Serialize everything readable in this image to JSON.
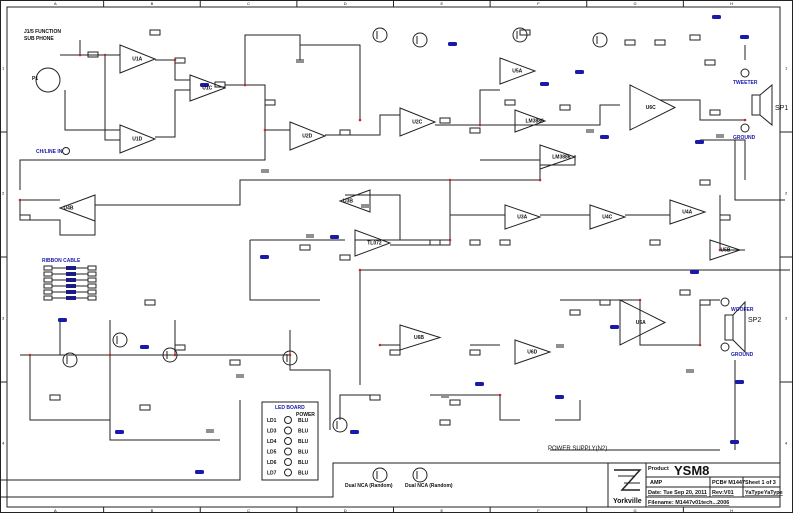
{
  "grid": {
    "columns": [
      "A",
      "B",
      "C",
      "D",
      "E",
      "F",
      "G",
      "H"
    ],
    "rows": [
      "1",
      "2",
      "3",
      "4"
    ]
  },
  "labels": {
    "jack_function": "J1/5 FUNCTION",
    "jack_sub": "SUB PHONE",
    "xlr": "P1",
    "ch_label": "CH/LINE IN",
    "ribbon_cable": "RIBBON CABLE",
    "led_board": "LED BOARD",
    "power_supply": "POWER SUPPLY(N2)",
    "sp1": "SP1",
    "sp2": "SP2",
    "tweeter": "TWEETER",
    "woofer": "WOOFER",
    "ground": "GROUND",
    "led_power": "POWER",
    "leds": [
      {
        "id": "LD1",
        "color": "BLU"
      },
      {
        "id": "LD3",
        "color": "BLU"
      },
      {
        "id": "LD4",
        "color": "BLU"
      },
      {
        "id": "LD5",
        "color": "BLU"
      },
      {
        "id": "LD6",
        "color": "BLU"
      },
      {
        "id": "LD7",
        "color": "BLU"
      }
    ],
    "transistor_note": "Dual NCA (Random)"
  },
  "opamps": [
    "U1A",
    "U1D",
    "U1C",
    "U2D",
    "U2C",
    "U4B",
    "TL072",
    "U3B",
    "U3A",
    "U4C",
    "U4A",
    "U5B",
    "U5A",
    "LM3886",
    "LM3886",
    "U6C",
    "U6A",
    "U6B",
    "U6D"
  ],
  "title_block": {
    "company": "Yorkville",
    "product_label": "Product",
    "product": "YSM8",
    "type": "AMP",
    "pcb": "PCB# M1447",
    "sheet": "Sheet  1 of 3",
    "date": "Date: Tue Sep 20, 2011",
    "rev": "Rev:V01",
    "typecode": "YaTypeYaType",
    "filename": "Filename: M1447v01tech...2006"
  },
  "colors": {
    "wire": "#222222",
    "node": "#c0282d",
    "port": "#1a1aa8"
  }
}
